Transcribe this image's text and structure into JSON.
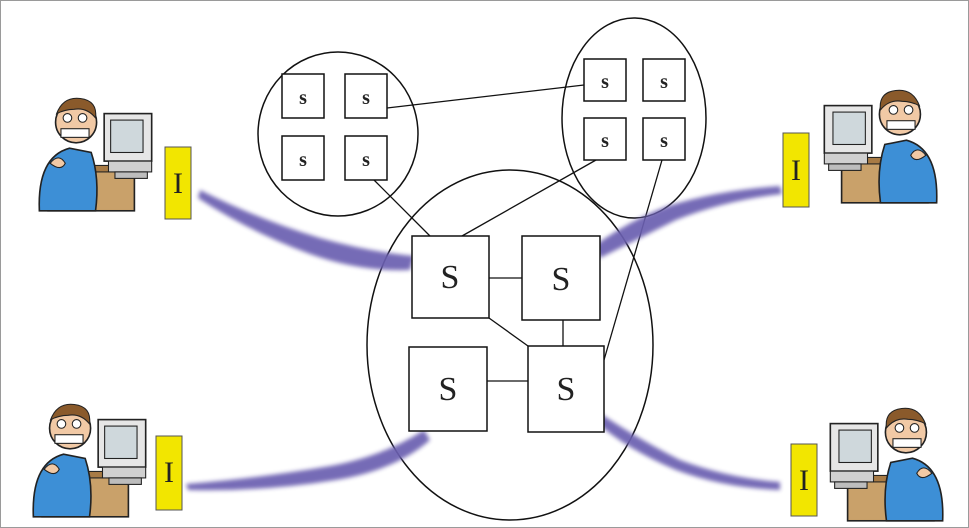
{
  "diagram": {
    "server_label_large": "S",
    "server_label_small": "s",
    "interface_label": "I",
    "colors": {
      "interface_box": "#f2e600",
      "link_blue": "#6a5fb0",
      "line": "#111111"
    },
    "icons": [
      "user-at-computer-icon"
    ]
  }
}
